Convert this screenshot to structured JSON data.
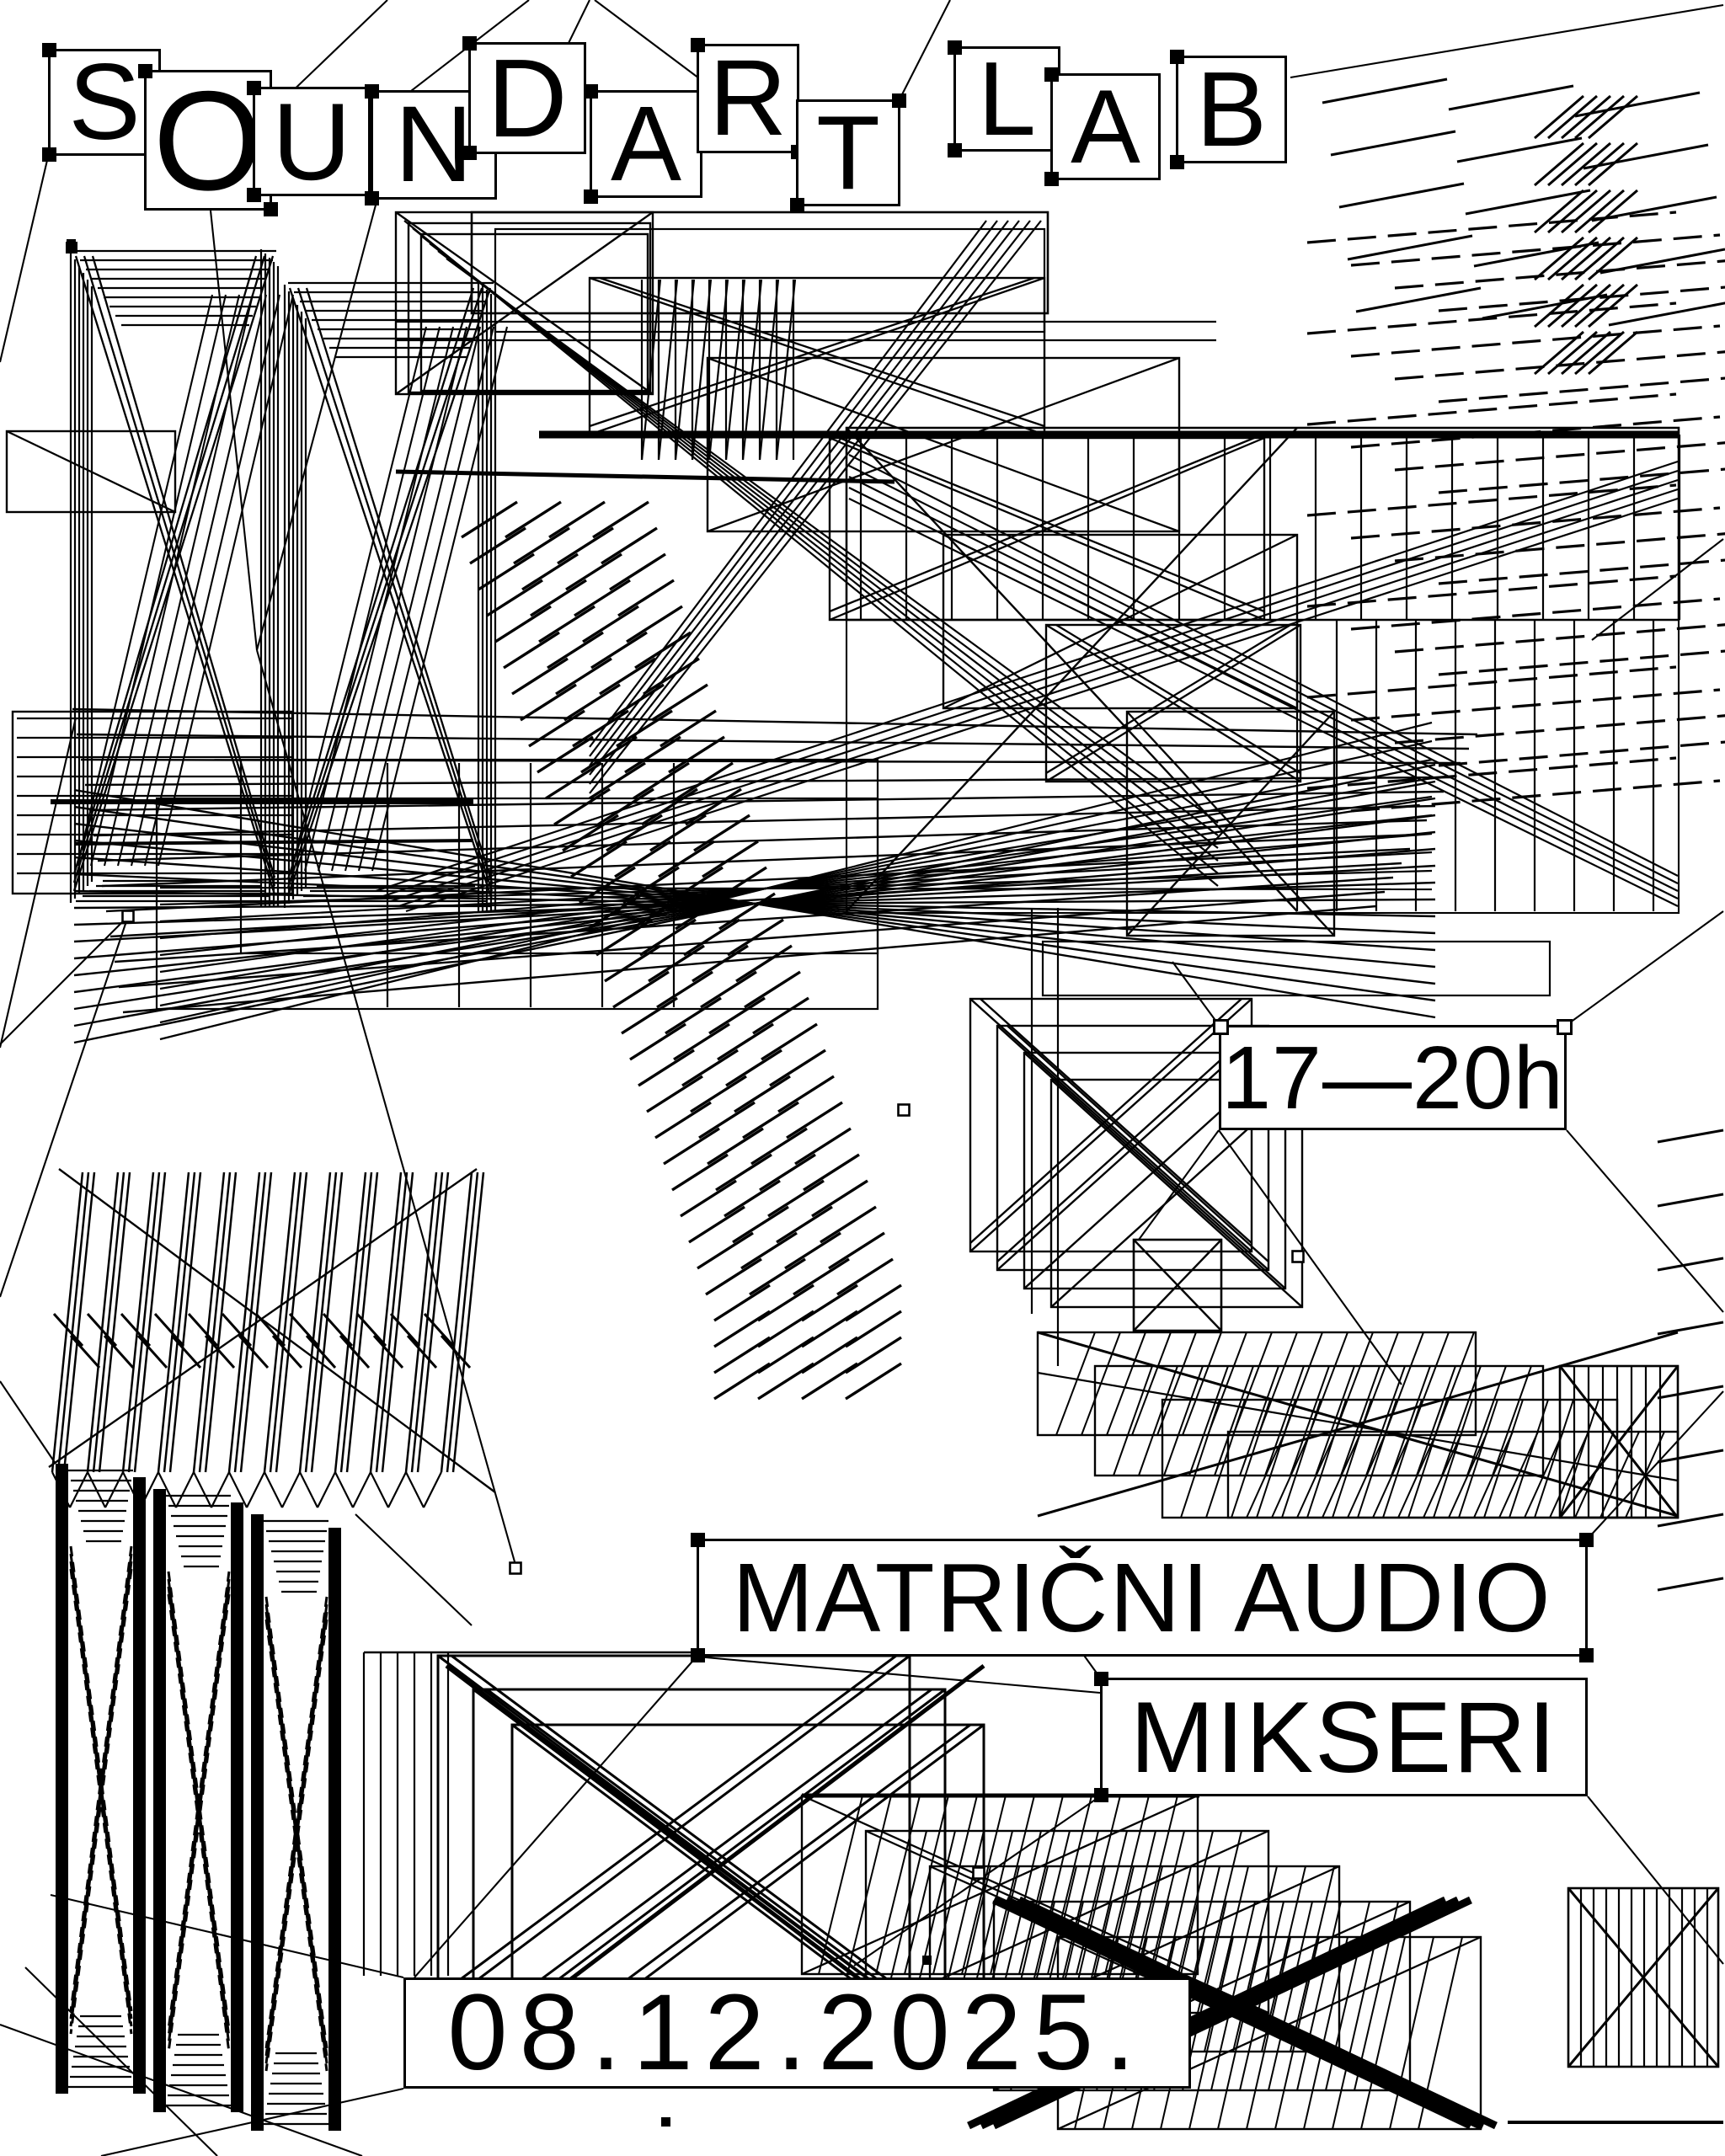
{
  "poster_title": {
    "word": "SOUND ART LAB",
    "letters": [
      "S",
      "O",
      "U",
      "N",
      "D",
      "A",
      "R",
      "T",
      "L",
      "A",
      "B"
    ]
  },
  "captions": {
    "time": "17—20h",
    "headline_line1": "MATRIČNI AUDIO",
    "headline_line2": "MIKSERI",
    "date": "08.12.2025."
  },
  "colors": {
    "background": "#ffffff",
    "ink": "#000000"
  }
}
